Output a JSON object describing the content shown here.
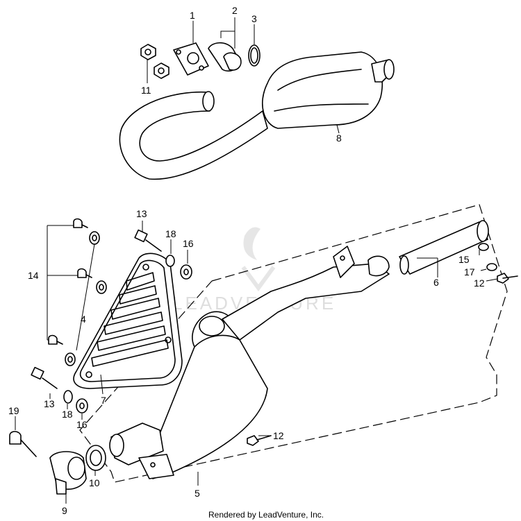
{
  "diagram": {
    "labels": {
      "l1": "1",
      "l2": "2",
      "l3": "3",
      "l11": "11",
      "l8": "8",
      "l13a": "13",
      "l18a": "18",
      "l16a": "16",
      "l14": "14",
      "l4": "4",
      "l15": "15",
      "l17": "17",
      "l12a": "12",
      "l6": "6",
      "l13b": "13",
      "l18b": "18",
      "l16b": "16",
      "l7": "7",
      "l19": "19",
      "l12b": "12",
      "l10": "10",
      "l9": "9",
      "l5": "5"
    },
    "watermark": "LEADVENTURE",
    "credit": "Rendered by LeadVenture, Inc."
  }
}
